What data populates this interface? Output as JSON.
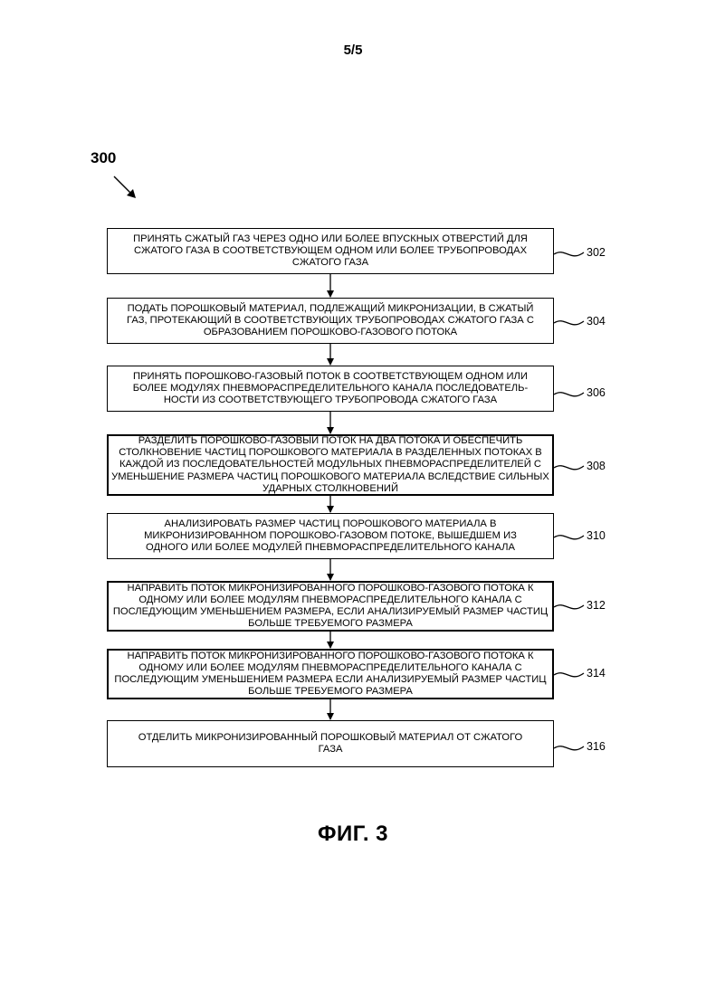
{
  "page": {
    "number": "5/5"
  },
  "figure": {
    "ref": "300",
    "caption": "ФИГ. 3"
  },
  "steps": [
    {
      "label": "302",
      "text": "ПРИНЯТЬ СЖАТЫЙ ГАЗ ЧЕРЕЗ ОДНО ИЛИ БОЛЕЕ ВПУСКНЫХ ОТВЕРСТИЙ ДЛЯ СЖАТОГО ГАЗА В СООТВЕТСТВУЮЩЕМ ОДНОМ ИЛИ БОЛЕЕ ТРУБОПРОВОДАХ СЖАТОГО ГАЗА"
    },
    {
      "label": "304",
      "text": "ПОДАТЬ ПОРОШКОВЫЙ МАТЕРИАЛ, ПОДЛЕЖАЩИЙ МИКРОНИЗАЦИИ, В СЖАТЫЙ ГАЗ, ПРОТЕКАЮЩИЙ В СООТВЕТСТВУЮЩИХ ТРУБОПРОВОДАХ СЖАТОГО ГАЗА С ОБРАЗОВАНИЕМ ПОРОШКОВО-ГАЗОВОГО ПОТОКА"
    },
    {
      "label": "306",
      "text": "ПРИНЯТЬ ПОРОШКОВО-ГАЗОВЫЙ ПОТОК В СООТВЕТСТВУЮЩЕМ ОДНОМ ИЛИ БОЛЕЕ МОДУЛЯХ ПНЕВМОРАСПРЕДЕЛИТЕЛЬНОГО КАНАЛА ПОСЛЕДОВАТЕЛЬ-НОСТИ ИЗ СООТВЕТСТВУЮЩЕГО ТРУБОПРОВОДА СЖАТОГО ГАЗА"
    },
    {
      "label": "308",
      "text": "РАЗДЕЛИТЬ ПОРОШКОВО-ГАЗОВЫЙ ПОТОК НА ДВА ПОТОКА И ОБЕСПЕЧИТЬ СТОЛКНОВЕНИЕ ЧАСТИЦ ПОРОШКОВОГО МАТЕРИАЛА В РАЗДЕЛЕННЫХ ПОТОКАХ В КАЖДОЙ ИЗ ПОСЛЕДОВАТЕЛЬНОСТЕЙ МОДУЛЬНЫХ ПНЕВМОРАСПРЕДЕЛИТЕЛЕЙ С УМЕНЬШЕНИЕ РАЗМЕРА ЧАСТИЦ ПОРОШКОВОГО МАТЕРИАЛА ВСЛЕДСТВИЕ СИЛЬНЫХ УДАРНЫХ СТОЛКНОВЕНИЙ"
    },
    {
      "label": "310",
      "text": "АНАЛИЗИРОВАТЬ РАЗМЕР ЧАСТИЦ ПОРОШКОВОГО МАТЕРИАЛА В МИКРОНИЗИРОВАННОМ ПОРОШКОВО-ГАЗОВОМ ПОТОКЕ, ВЫШЕДШЕМ ИЗ ОДНОГО ИЛИ БОЛЕЕ МОДУЛЕЙ ПНЕВМОРАСПРЕДЕЛИТЕЛЬНОГО КАНАЛА"
    },
    {
      "label": "312",
      "text": "НАПРАВИТЬ ПОТОК МИКРОНИЗИРОВАННОГО ПОРОШКОВО-ГАЗОВОГО ПОТОКА К ОДНОМУ ИЛИ БОЛЕЕ МОДУЛЯМ ПНЕВМОРАСПРЕДЕЛИТЕЛЬНОГО КАНАЛА С ПОСЛЕДУЮЩИМ УМЕНЬШЕНИЕМ РАЗМЕРА, ЕСЛИ АНАЛИЗИРУЕМЫЙ РАЗМЕР ЧАСТИЦ БОЛЬШЕ ТРЕБУЕМОГО РАЗМЕРА"
    },
    {
      "label": "314",
      "text": "НАПРАВИТЬ ПОТОК МИКРОНИЗИРОВАННОГО ПОРОШКОВО-ГАЗОВОГО ПОТОКА К ОДНОМУ ИЛИ БОЛЕЕ МОДУЛЯМ ПНЕВМОРАСПРЕДЕЛИТЕЛЬНОГО КАНАЛА С ПОСЛЕДУЮЩИМ УМЕНЬШЕНИЕМ РАЗМЕРА ЕСЛИ АНАЛИЗИРУЕМЫЙ РАЗМЕР ЧАСТИЦ БОЛЬШЕ ТРЕБУЕМОГО РАЗМЕРА"
    },
    {
      "label": "316",
      "text": "ОТДЕЛИТЬ МИКРОНИЗИРОВАННЫЙ ПОРОШКОВЫЙ МАТЕРИАЛ ОТ СЖАТОГО ГАЗА"
    }
  ]
}
